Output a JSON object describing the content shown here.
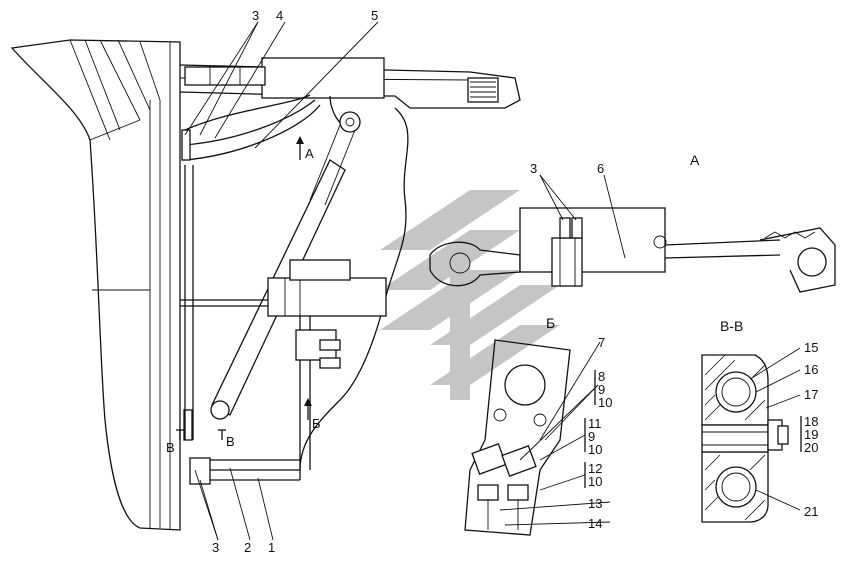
{
  "diagram": {
    "views": {
      "view_a": "А",
      "view_b": "Б",
      "section_vv": "В-В"
    },
    "section_arrows": {
      "arrow_a": "А",
      "arrow_b": "Б",
      "arrow_v_left": "В",
      "arrow_v_right": "В"
    },
    "callouts": {
      "main": [
        "3",
        "4",
        "5",
        "3",
        "2",
        "1"
      ],
      "view_a": [
        "3",
        "6"
      ],
      "view_b": [
        "7",
        "8",
        "9",
        "10",
        "11",
        "9",
        "10",
        "12",
        "10",
        "13",
        "14"
      ],
      "section": [
        "15",
        "16",
        "17",
        "18",
        "19",
        "20",
        "21"
      ]
    }
  },
  "colors": {
    "line": "#111111",
    "watermark": "#b9bcbe",
    "background": "#ffffff"
  }
}
